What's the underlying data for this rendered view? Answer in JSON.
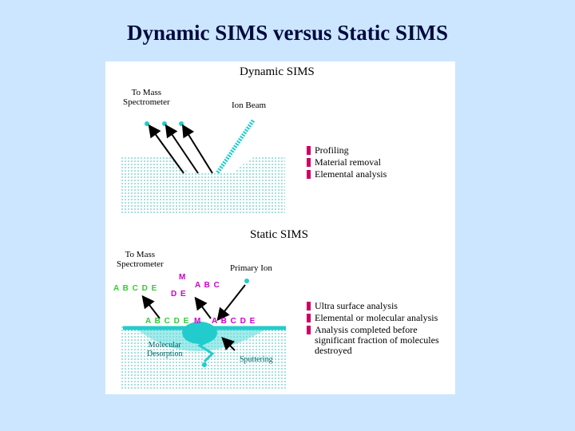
{
  "title": "Dynamic SIMS versus Static SIMS",
  "dynamic": {
    "heading": "Dynamic SIMS",
    "to_mass": "To Mass\nSpectrometer",
    "ion_beam": "Ion Beam",
    "bullets": [
      "Profiling",
      "Material removal",
      "Elemental analysis"
    ]
  },
  "static": {
    "heading": "Static SIMS",
    "to_mass": "To Mass\nSpectrometer",
    "primary_ion": "Primary Ion",
    "ion_left": "A B C D E",
    "ion_m": "M",
    "ion_abc": "A B C",
    "ion_de": "D E",
    "surface_left": "A B C D E",
    "surface_m": "M",
    "surface_right": "A B C D E",
    "molecular_desorption": "Molecular\nDesorption",
    "sputtering": "Sputtering",
    "bullets": [
      "Ultra surface analysis",
      "Elemental or molecular analysis",
      "Analysis completed before significant fraction of molecules destroyed"
    ]
  },
  "colors": {
    "background": "#cce6ff",
    "accent": "#cc0066",
    "beam": "#22cccc",
    "green": "#33cc33",
    "magenta": "#cc00cc"
  }
}
